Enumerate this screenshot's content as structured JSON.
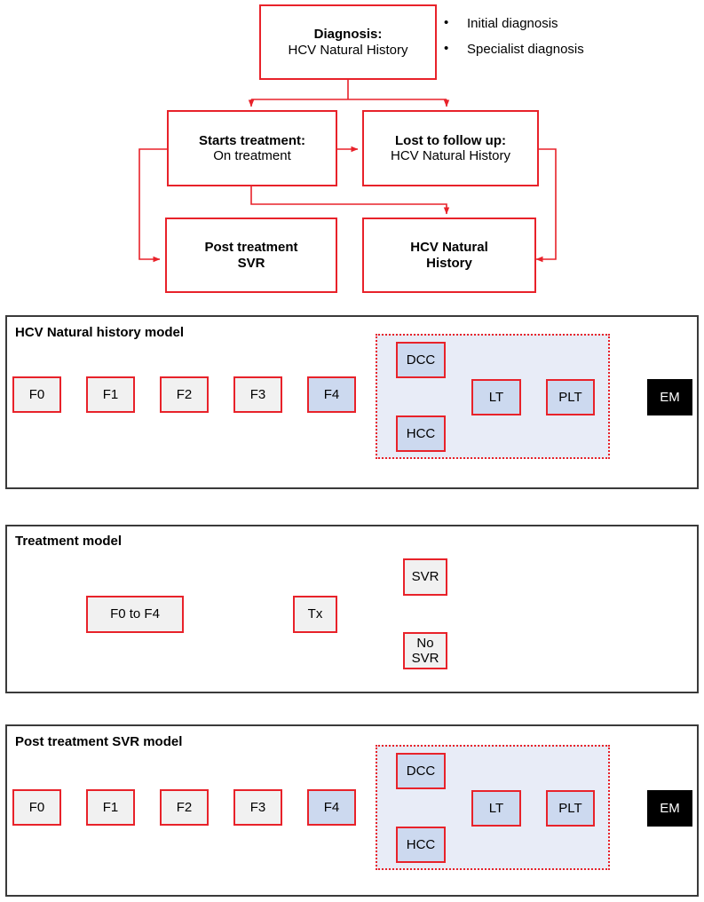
{
  "diagram": {
    "title_top_box": {
      "line1": "Diagnosis:",
      "line2": "HCV Natural History"
    },
    "bullets": [
      {
        "marker": "•",
        "text": "Initial diagnosis"
      },
      {
        "marker": "•",
        "text": "Specialist diagnosis"
      }
    ],
    "top_flow_boxes": [
      {
        "id": "starts-treatment",
        "line1": "Starts treatment:",
        "line2": "On treatment"
      },
      {
        "id": "lost-to-follow-up",
        "line1": "Lost to follow up:",
        "line2": "HCV Natural History"
      },
      {
        "id": "post-treatment-svr",
        "line1": "Post treatment",
        "line2": "SVR"
      },
      {
        "id": "hcv-natural-history",
        "line1": "HCV Natural",
        "line2": "History"
      }
    ],
    "panels": [
      {
        "id": "natural-history-model",
        "title": "HCV Natural history model",
        "nodes": [
          {
            "id": "f0",
            "label": "F0",
            "fill": "grey"
          },
          {
            "id": "f1",
            "label": "F1",
            "fill": "grey"
          },
          {
            "id": "f2",
            "label": "F2",
            "fill": "grey"
          },
          {
            "id": "f3",
            "label": "F3",
            "fill": "grey"
          },
          {
            "id": "f4",
            "label": "F4",
            "fill": "blue"
          },
          {
            "id": "dcc",
            "label": "DCC",
            "fill": "blue"
          },
          {
            "id": "hcc",
            "label": "HCC",
            "fill": "blue"
          },
          {
            "id": "lt",
            "label": "LT",
            "fill": "blue"
          },
          {
            "id": "plt",
            "label": "PLT",
            "fill": "blue"
          },
          {
            "id": "em",
            "label": "EM",
            "fill": "black"
          }
        ]
      },
      {
        "id": "treatment-model",
        "title": "Treatment model",
        "nodes": [
          {
            "id": "f0-to-f4",
            "label": "F0 to  F4",
            "fill": "grey"
          },
          {
            "id": "tx",
            "label": "Tx",
            "fill": "grey"
          },
          {
            "id": "svr",
            "label": "SVR",
            "fill": "grey"
          },
          {
            "id": "no-svr",
            "label": "No\nSVR",
            "fill": "grey"
          }
        ]
      },
      {
        "id": "post-treatment-svr-model",
        "title": "Post treatment SVR model",
        "nodes": [
          {
            "id": "f0",
            "label": "F0",
            "fill": "grey"
          },
          {
            "id": "f1",
            "label": "F1",
            "fill": "grey"
          },
          {
            "id": "f2",
            "label": "F2",
            "fill": "grey"
          },
          {
            "id": "f3",
            "label": "F3",
            "fill": "grey"
          },
          {
            "id": "f4",
            "label": "F4",
            "fill": "blue"
          },
          {
            "id": "dcc",
            "label": "DCC",
            "fill": "blue"
          },
          {
            "id": "hcc",
            "label": "HCC",
            "fill": "blue"
          },
          {
            "id": "lt",
            "label": "LT",
            "fill": "blue"
          },
          {
            "id": "plt",
            "label": "PLT",
            "fill": "blue"
          },
          {
            "id": "em",
            "label": "EM",
            "fill": "black"
          }
        ]
      }
    ],
    "colors": {
      "arrow_red": "#e8222a",
      "node_grey": "#f1f1f1",
      "node_blue": "#ccd9ef",
      "region_fill": "#e8ecf7",
      "panel_border": "#3a3a3a",
      "terminal_black": "#000000"
    }
  }
}
